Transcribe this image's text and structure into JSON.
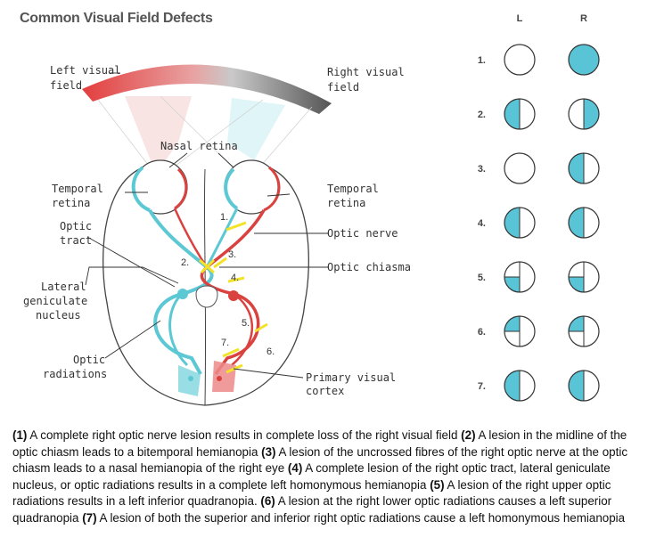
{
  "title": "Common Visual Field Defects",
  "labels": {
    "left_visual_field": [
      "Left visual",
      "field"
    ],
    "right_visual_field": [
      "Right visual",
      "field"
    ],
    "nasal_retina": "Nasal retina",
    "temporal_retina_left": [
      "Temporal",
      "retina"
    ],
    "temporal_retina_right": [
      "Temporal",
      "retina"
    ],
    "optic_tract": [
      "Optic",
      "tract"
    ],
    "optic_nerve": "Optic nerve",
    "optic_chiasma": "Optic chiasma",
    "lateral_geniculate_nucleus": [
      "Lateral",
      "geniculate",
      "nucleus"
    ],
    "optic_radiations": [
      "Optic",
      "radiations"
    ],
    "primary_visual_cortex": [
      "Primary visual",
      "cortex"
    ]
  },
  "lesion_numbers": [
    "1.",
    "2.",
    "3.",
    "4.",
    "5.",
    "6.",
    "7."
  ],
  "field_table": {
    "col_left": "L",
    "col_right": "R",
    "rows": [
      {
        "num": "1.",
        "left": "none",
        "right": "full"
      },
      {
        "num": "2.",
        "left": "left-half",
        "right": "right-half"
      },
      {
        "num": "3.",
        "left": "none",
        "right": "left-half"
      },
      {
        "num": "4.",
        "left": "left-half",
        "right": "left-half"
      },
      {
        "num": "5.",
        "left": "lower-left",
        "right": "lower-left"
      },
      {
        "num": "6.",
        "left": "upper-left",
        "right": "upper-left"
      },
      {
        "num": "7.",
        "left": "left-half",
        "right": "left-half"
      }
    ]
  },
  "colors": {
    "defect": "#58c4d6",
    "cyan_path": "#5bc8d4",
    "red_path": "#d9423f",
    "yellow_lesion": "#f2e32a"
  },
  "caption": [
    {
      "num": "(1)",
      "text": " A complete right optic nerve lesion results in complete loss of the right visual field "
    },
    {
      "num": "(2)",
      "text": " A lesion in the midline of the optic chiasm leads to a bitemporal hemianopia "
    },
    {
      "num": "(3)",
      "text": " A lesion of the uncrossed fibres of the right optic nerve at the optic chiasm leads to a nasal hemianopia of the right eye "
    },
    {
      "num": "(4)",
      "text": " A complete lesion of the right optic tract, lateral geniculate nucleus, or optic radiations results in a complete left homonymous hemianopia "
    },
    {
      "num": "(5)",
      "text": " A lesion of the right upper optic radiations results in a left inferior quadranopia. "
    },
    {
      "num": "(6)",
      "text": " A lesion at the right lower optic radiations causes a left superior quadranopia "
    },
    {
      "num": "(7)",
      "text": " A lesion of both the superior and inferior right optic radiations cause a left homonymous hemianopia"
    }
  ]
}
